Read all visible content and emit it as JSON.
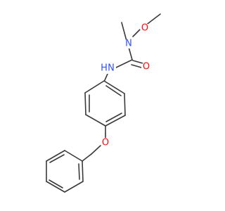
{
  "molecule": {
    "atoms": {
      "O1": {
        "symbol": "O",
        "color": "#ff0d0d"
      },
      "N2": {
        "symbol": "N",
        "color": "#3050f8"
      },
      "O2": {
        "symbol": "O",
        "color": "#ff0d0d"
      },
      "N1": {
        "symbol": "N",
        "color": "#3050f8"
      },
      "H1": {
        "symbol": "H",
        "color": "#3050f8"
      },
      "O3": {
        "symbol": "O",
        "color": "#ff0d0d"
      }
    },
    "colors": {
      "bond": "#3a3a3a",
      "background": "#ffffff"
    }
  }
}
